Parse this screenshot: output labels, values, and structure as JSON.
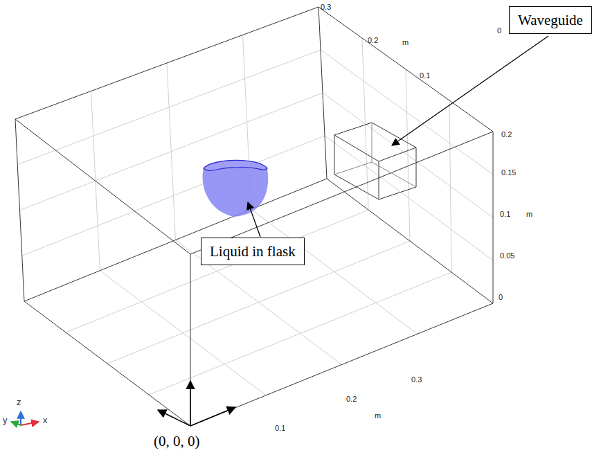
{
  "diagram": {
    "nodes": [
      {
        "text": [
          "Waveguide"
        ]
      },
      {
        "text": [
          "Liquid in flask"
        ]
      }
    ],
    "labels": [
      "0.3",
      "0.2",
      "m",
      "0.1",
      "0",
      "0.2",
      "0.15",
      "0.1",
      "m",
      "0.05",
      "0",
      "0.3",
      "0.2",
      "m",
      "0.1",
      "(0, 0, 0)",
      "z",
      "y",
      "x"
    ]
  }
}
